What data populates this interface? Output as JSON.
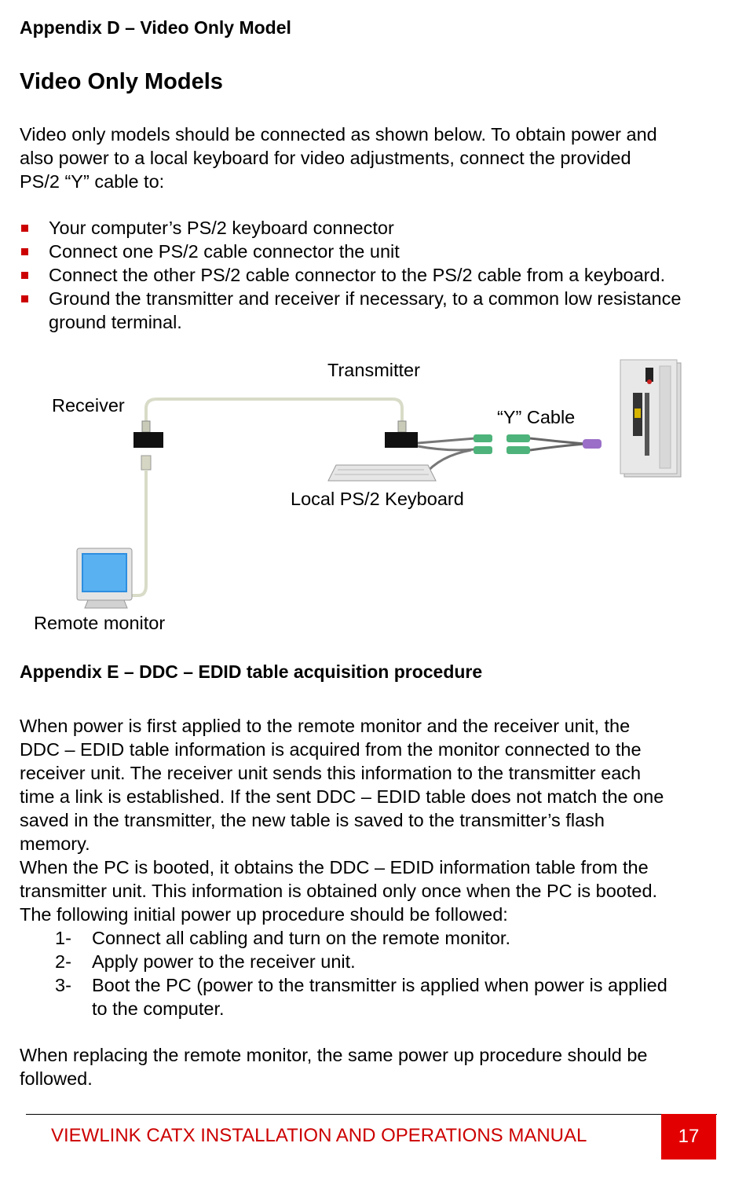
{
  "header": "Appendix D – Video Only Model",
  "title": "Video Only Models",
  "intro": [
    "Video only models should be connected as shown below.  To obtain power and",
    "also power to a local keyboard for video adjustments, connect the provided",
    "PS/2 “Y” cable to:"
  ],
  "bullets": [
    "Your computer’s PS/2 keyboard connector",
    "Connect one PS/2 cable connector the unit",
    "Connect the other PS/2 cable connector to the PS/2 cable from a keyboard.",
    "Ground the transmitter and receiver if necessary, to a common low resistance ground terminal."
  ],
  "diagram": {
    "transmitter": "Transmitter",
    "receiver": "Receiver",
    "y_cable": "“Y” Cable",
    "keyboard": "Local PS/2 Keyboard",
    "monitor": "Remote monitor"
  },
  "appendix_e": {
    "heading": "Appendix E – DDC – EDID table acquisition procedure",
    "para1": [
      "When power is first applied to the remote monitor and the receiver unit, the",
      "DDC – EDID table information is acquired from the monitor connected to the",
      "receiver unit.  The receiver unit sends this information to the transmitter each",
      "time a link is established. If the sent DDC – EDID table does not match the one",
      "saved in the transmitter, the new table is saved to the transmitter’s flash",
      "memory.",
      "When the PC is booted, it obtains the DDC – EDID information table from the",
      "transmitter unit.  This information is obtained only once when the PC is booted.",
      "The following initial power up procedure should be followed:"
    ],
    "steps": [
      {
        "num": "1-",
        "text": "Connect all cabling and turn on the remote monitor."
      },
      {
        "num": "2-",
        "text": "Apply power to the receiver unit."
      },
      {
        "num": "3-",
        "text": "Boot the PC (power to the transmitter is applied when power is applied to the computer."
      }
    ],
    "para2": [
      "When replacing the remote monitor, the same power up procedure should be",
      "followed."
    ]
  },
  "footer": {
    "title": "VIEWLINK CATX INSTALLATION AND OPERATIONS MANUAL",
    "page": "17"
  }
}
